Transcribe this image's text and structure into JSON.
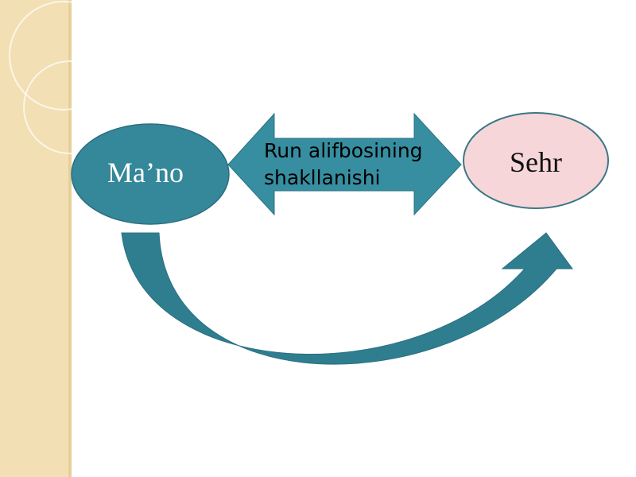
{
  "diagram": {
    "left_node": {
      "label": "Ma’no",
      "fill": "#35879a"
    },
    "right_node": {
      "label": "Sehr",
      "fill": "#f6d6d9",
      "stroke": "#3a7785"
    },
    "double_arrow": {
      "label_lines": [
        "Run alifbosining",
        "shakllanishi"
      ],
      "fill": "#378ea0"
    },
    "curved_arrow": {
      "fill": "#2f7e90",
      "direction": "from-left-node-to-right-node"
    }
  },
  "theme": {
    "side_strip_color": "#f2dfb3",
    "background": "#ffffff"
  }
}
